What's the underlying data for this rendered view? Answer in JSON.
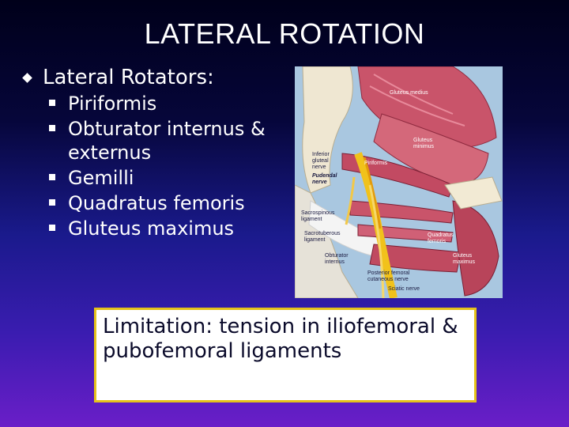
{
  "slide": {
    "title": "LATERAL ROTATION"
  },
  "bullets": {
    "main": "Lateral Rotators:",
    "items": [
      "Piriformis",
      "Obturator internus & externus",
      "Gemilli",
      "Quadratus femoris",
      "Gluteus maximus"
    ]
  },
  "illustration": {
    "labels": {
      "gluteus_medius": "Gluteus medius",
      "gluteus_minimus": "Gluteus minimus",
      "inferior_gluteal_nerve": "Inferior gluteal nerve",
      "piriformis": "Piriformis",
      "pudendal_nerve": "Pudendal nerve",
      "sacrospinous_ligament": "Sacrospinous ligament",
      "sacrotuberous_ligament": "Sacrotuberous ligament",
      "quadratus_femoris": "Quadratus femoris",
      "obturator_internus": "Obturator internus",
      "gluteus_maximus": "Gluteus maximus",
      "posterior_femoral_cutaneous_nerve": "Posterior femoral cutaneous nerve",
      "sciatic_nerve": "Sciatic nerve"
    }
  },
  "callout": {
    "keyword": "Limitation",
    "text": ": tension in iliofemoral & pubofemoral ligaments"
  }
}
